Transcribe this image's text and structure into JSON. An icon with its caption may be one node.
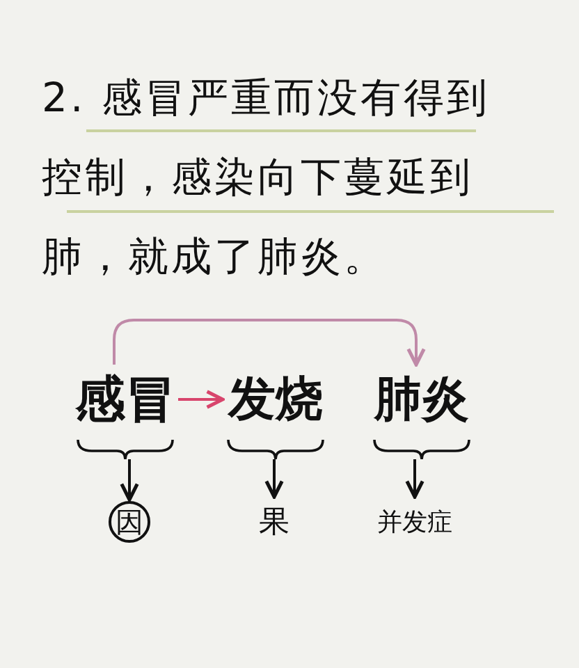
{
  "diagram": {
    "title": "2. 感冒严重而没有得到控制，感染向下蔓延到肺，就成了肺炎。",
    "nodes": [
      {
        "text": [
          "感冒"
        ]
      },
      {
        "text": [
          "发烧"
        ]
      },
      {
        "text": [
          "肺炎"
        ]
      },
      {
        "text": [
          "因"
        ]
      },
      {
        "text": [
          "果"
        ]
      },
      {
        "text": [
          "并发症"
        ]
      }
    ],
    "edges": [
      {
        "from": 0,
        "to": 1,
        "arrow": "to",
        "color": "#d8456c"
      },
      {
        "from": 0,
        "to": 2,
        "arrow": "to",
        "color": "#c08aa8"
      },
      {
        "from": 0,
        "to": 3,
        "arrow": "to"
      },
      {
        "from": 1,
        "to": 4,
        "arrow": "to"
      },
      {
        "from": 2,
        "to": 5,
        "arrow": "to"
      }
    ]
  }
}
